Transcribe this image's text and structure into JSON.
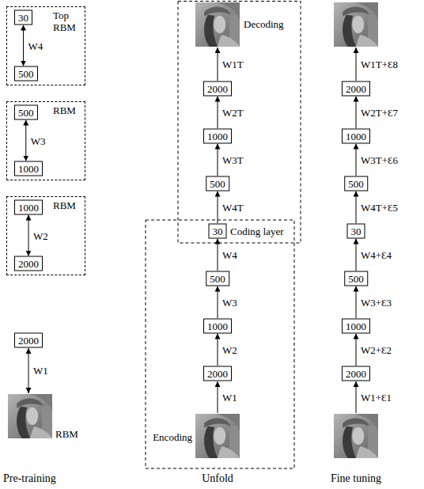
{
  "diagram": {
    "nodes": [
      {
        "text": [
          "Top RBM"
        ]
      },
      {
        "text": [
          "30"
        ],
        "in": 0
      },
      {
        "text": [
          "500"
        ],
        "in": 0
      },
      {
        "text": [
          "RBM"
        ]
      },
      {
        "text": [
          "500"
        ],
        "in": 3
      },
      {
        "text": [
          "1000"
        ],
        "in": 3
      },
      {
        "text": [
          "RBM"
        ]
      },
      {
        "text": [
          "1000"
        ],
        "in": 6
      },
      {
        "text": [
          "2000"
        ],
        "in": 6
      },
      {
        "text": [
          "2000"
        ]
      },
      {
        "text": [
          "2000"
        ]
      },
      {
        "text": [
          "1000"
        ]
      },
      {
        "text": [
          "500"
        ]
      },
      {
        "text": [
          "30"
        ]
      },
      {
        "text": [
          "500"
        ]
      },
      {
        "text": [
          "1000"
        ]
      },
      {
        "text": [
          "2000"
        ]
      },
      {
        "text": [
          "2000"
        ]
      },
      {
        "text": [
          "1000"
        ]
      },
      {
        "text": [
          "500"
        ]
      },
      {
        "text": [
          "30"
        ]
      },
      {
        "text": [
          "500"
        ]
      },
      {
        "text": [
          "1000"
        ]
      },
      {
        "text": [
          "2000"
        ]
      }
    ],
    "edges": [
      {
        "from": 2,
        "to": 1,
        "arrow": "both",
        "label": "W4"
      },
      {
        "from": 5,
        "to": 4,
        "arrow": "both",
        "label": "W3"
      },
      {
        "from": 8,
        "to": 7,
        "arrow": "both",
        "label": "W2"
      },
      {
        "from": 16,
        "to": 15,
        "arrow": "to",
        "label": "W2"
      },
      {
        "from": 15,
        "to": 14,
        "arrow": "to",
        "label": "W3"
      },
      {
        "from": 14,
        "to": 13,
        "arrow": "to",
        "label": "W4"
      },
      {
        "from": 13,
        "to": 12,
        "arrow": "to",
        "label": "W4T"
      },
      {
        "from": 12,
        "to": 11,
        "arrow": "to",
        "label": "W3T"
      },
      {
        "from": 11,
        "to": 10,
        "arrow": "to",
        "label": "W2T"
      },
      {
        "from": 23,
        "to": 22,
        "arrow": "to",
        "label": "W2+Ɛ2"
      },
      {
        "from": 22,
        "to": 21,
        "arrow": "to",
        "label": "W3+Ɛ3"
      },
      {
        "from": 21,
        "to": 20,
        "arrow": "to",
        "label": "W4+Ɛ4"
      },
      {
        "from": 20,
        "to": 19,
        "arrow": "to",
        "label": "W4T+Ɛ5"
      },
      {
        "from": 19,
        "to": 18,
        "arrow": "to",
        "label": "W3T+Ɛ6"
      },
      {
        "from": 18,
        "to": 17,
        "arrow": "to",
        "label": "W2T+Ɛ7"
      }
    ],
    "labels": [
      "Decoding",
      "W1T",
      "W1T+Ɛ8",
      "Coding layer",
      "W1",
      "W1",
      "W1+Ɛ1",
      "Encoding",
      "RBM",
      "Pre-training",
      "Unfold",
      "Fine tuning"
    ]
  }
}
